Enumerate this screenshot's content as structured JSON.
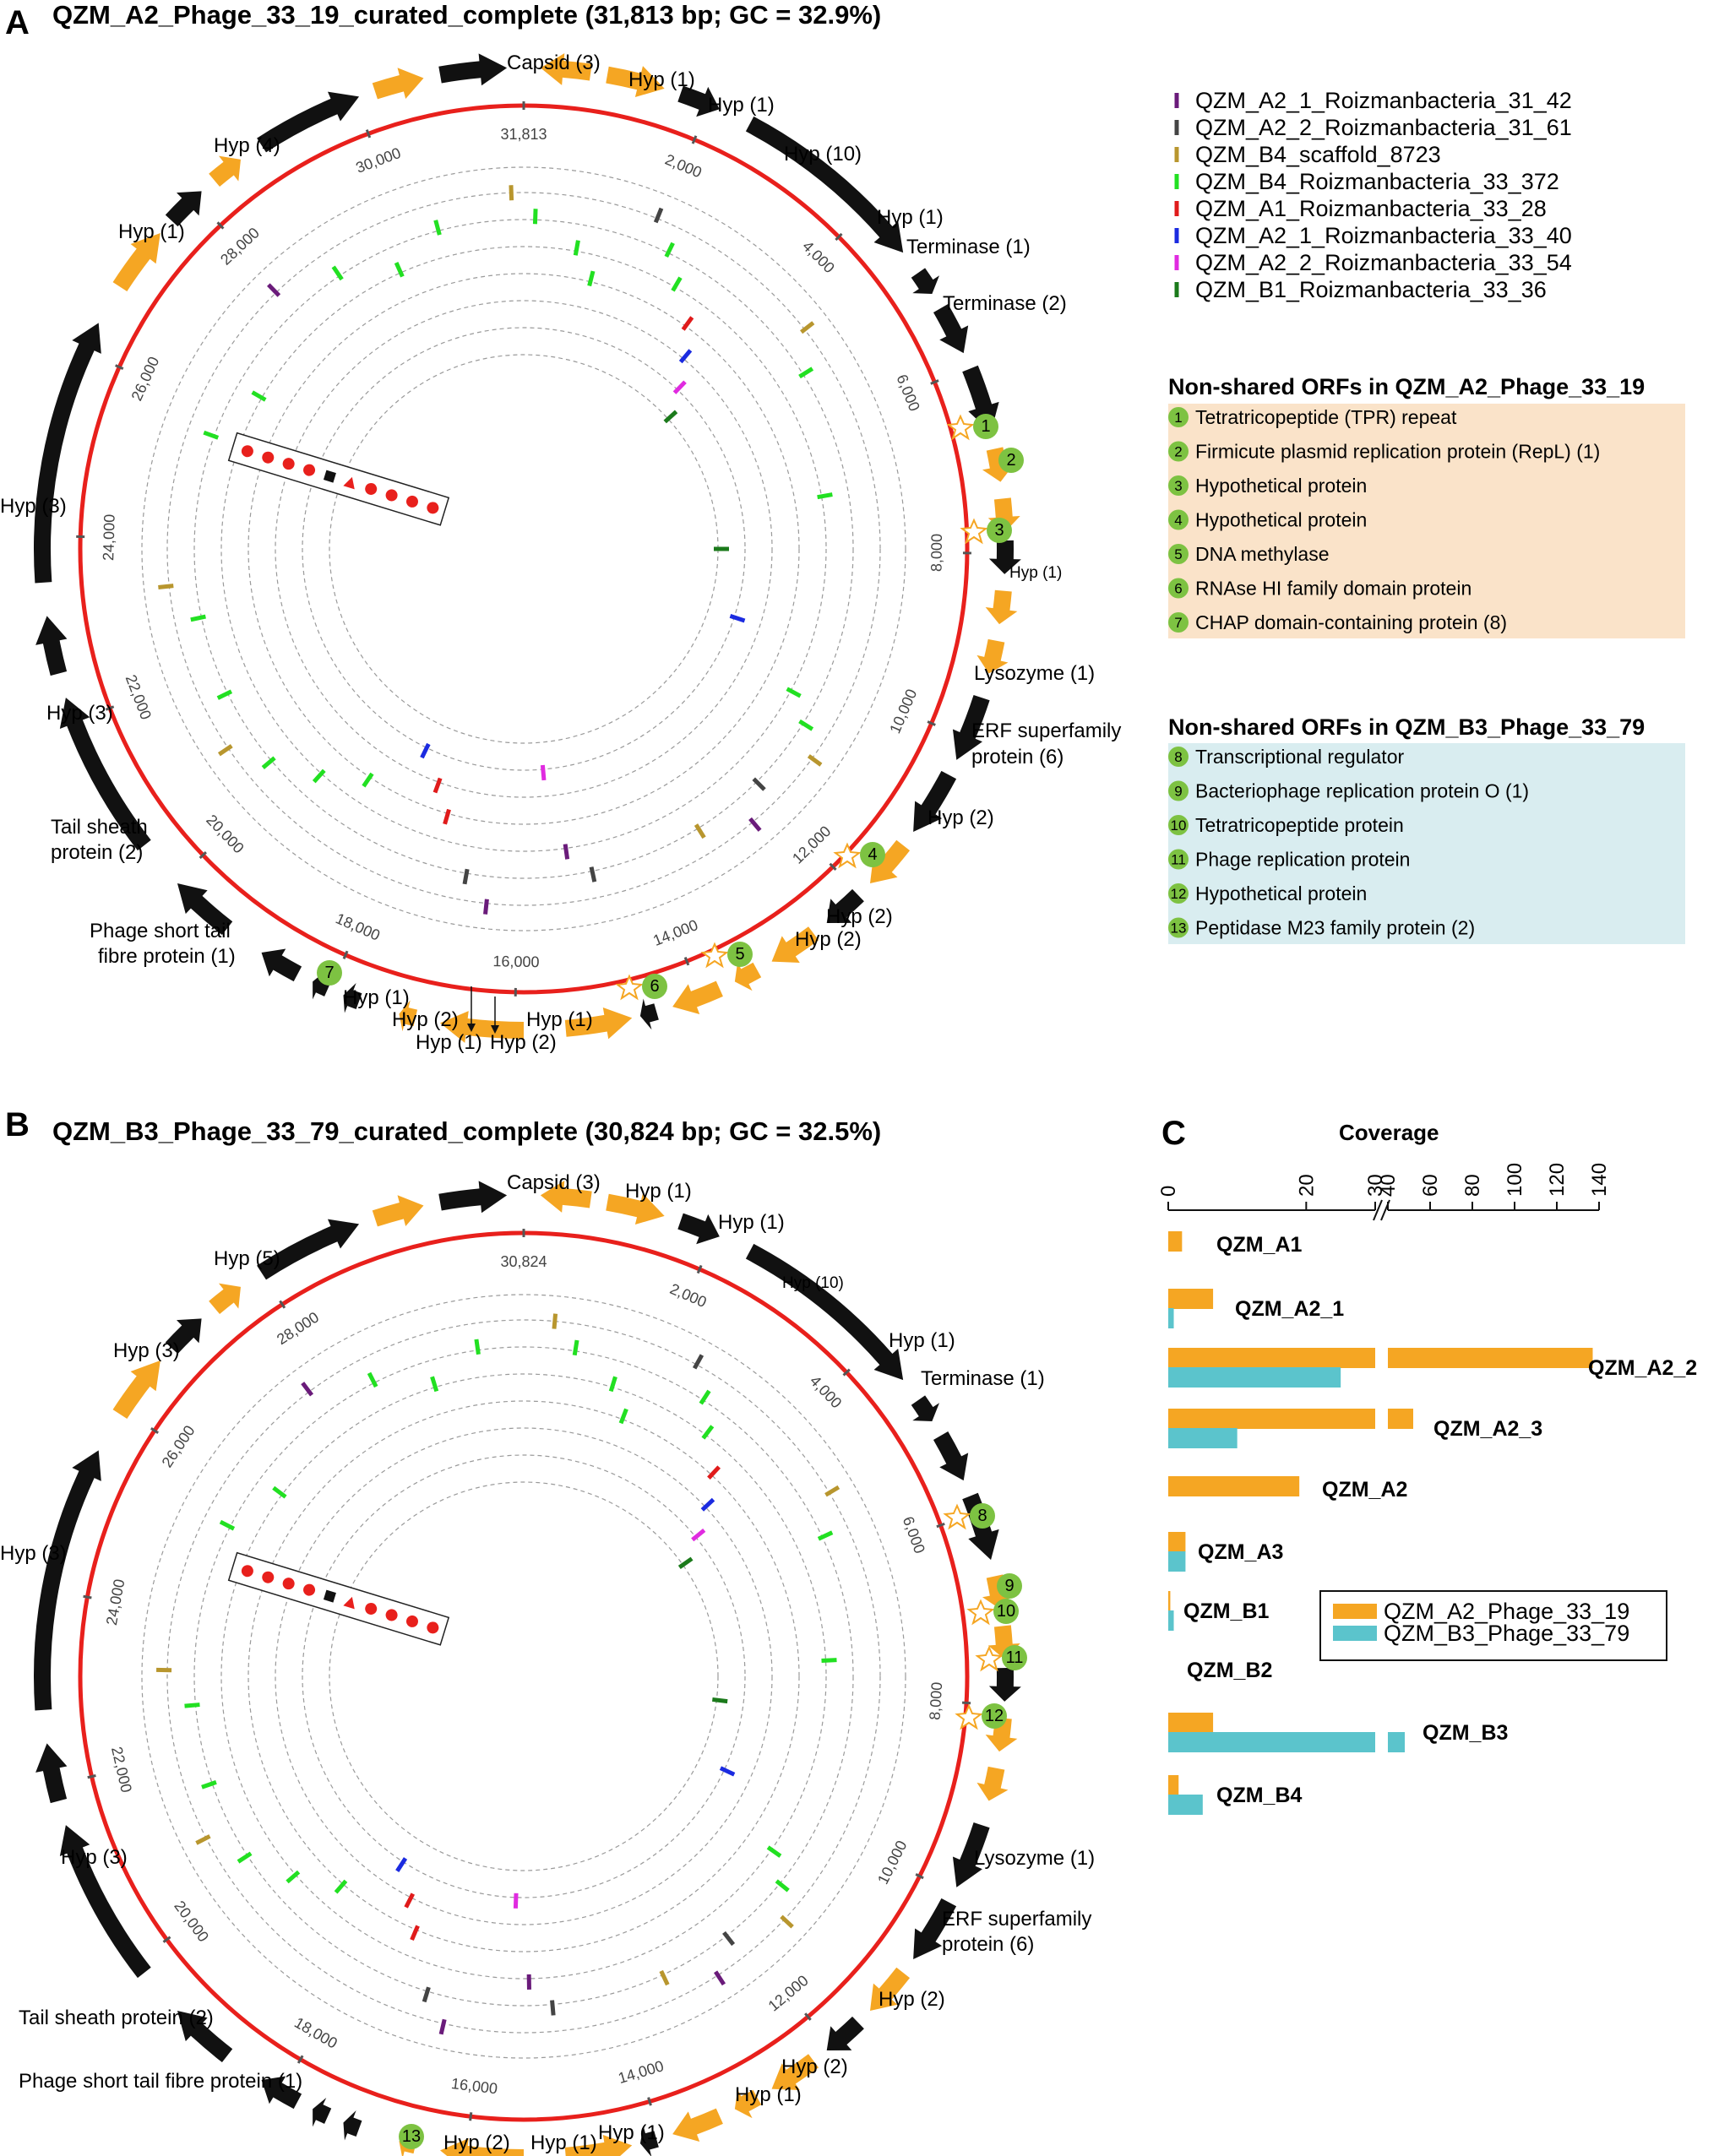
{
  "panelA": {
    "letter": "A",
    "title": "QZM_A2_Phage_33_19_curated_complete (31,813 bp; GC = 32.9%)",
    "total": 31813,
    "ticks": [
      "2,000",
      "4,000",
      "6,000",
      "8,000",
      "10,000",
      "12,000",
      "14,000",
      "16,000",
      "18,000",
      "20,000",
      "22,000",
      "24,000",
      "26,000",
      "28,000",
      "30,000",
      "31,813"
    ],
    "labels": {
      "capsid": "Capsid (3)",
      "hyp1a": "Hyp (1)",
      "hyp1b": "Hyp (1)",
      "hyp10": "Hyp (10)",
      "hyp1c": "Hyp (1)",
      "term1": "Terminase (1)",
      "term2": "Terminase (2)",
      "hyp1d": "Hyp (1)",
      "lyso": "Lysozyme (1)",
      "erf1": "ERF superfamily",
      "erf2": "protein (6)",
      "hyp2a": "Hyp (2)",
      "hyp2b": "Hyp (2)",
      "hyp2c": "Hyp (2)",
      "hyp1e": "Hyp (1)",
      "hyp2d": "Hyp (2)",
      "hyp1f": "Hyp (1)",
      "hyp1g": "Hyp (1)",
      "hyp2e": "Hyp (2)",
      "stf1": "Phage short tail",
      "stf2": "fibre protein (1)",
      "ts1": "Tail sheath",
      "ts2": "protein (2)",
      "hyp3a": "Hyp (3)",
      "hyp3b": "Hyp (3)",
      "hyp1h": "Hyp (1)",
      "hyp4": "Hyp (4)"
    },
    "badges": [
      "1",
      "2",
      "3",
      "4",
      "5",
      "6",
      "7"
    ]
  },
  "panelB": {
    "letter": "B",
    "title": "QZM_B3_Phage_33_79_curated_complete (30,824 bp; GC = 32.5%)",
    "total": 30824,
    "ticks": [
      "2,000",
      "4,000",
      "6,000",
      "8,000",
      "10,000",
      "12,000",
      "14,000",
      "16,000",
      "18,000",
      "20,000",
      "22,000",
      "24,000",
      "26,000",
      "28,000",
      "30,824"
    ],
    "labels": {
      "capsid": "Capsid (3)",
      "hyp1a": "Hyp (1)",
      "hyp1b": "Hyp (1)",
      "hyp10": "Hyp (10)",
      "hyp1c": "Hyp (1)",
      "term1": "Terminase (1)",
      "lyso": "Lysozyme (1)",
      "erf1": "ERF superfamily",
      "erf2": "protein (6)",
      "hyp2a": "Hyp (2)",
      "hyp2b": "Hyp (2)",
      "hyp1d": "Hyp (1)",
      "hyp2c": "Hyp (2)",
      "hyp1e": "Hyp (1)",
      "hyp1f": "Hyp (1)",
      "stf": "Phage short tail fibre protein (1)",
      "ts": "Tail sheath protein (2)",
      "hyp3a": "Hyp (3)",
      "hyp3b": "Hyp (3)",
      "hyp3c": "Hyp (3)",
      "hyp5": "Hyp (5)"
    },
    "badges": [
      "8",
      "9",
      "10",
      "11",
      "12",
      "13"
    ]
  },
  "legend": {
    "items": [
      {
        "label": "QZM_A2_1_Roizmanbacteria_31_42",
        "color": "#6a1b7a"
      },
      {
        "label": "QZM_A2_2_Roizmanbacteria_31_61",
        "color": "#444444"
      },
      {
        "label": "QZM_B4_scaffold_8723",
        "color": "#b8962e"
      },
      {
        "label": "QZM_B4_Roizmanbacteria_33_372",
        "color": "#22e022"
      },
      {
        "label": "QZM_A1_Roizmanbacteria_33_28",
        "color": "#e01b1b"
      },
      {
        "label": "QZM_A2_1_Roizmanbacteria_33_40",
        "color": "#1b2be0"
      },
      {
        "label": "QZM_A2_2_Roizmanbacteria_33_54",
        "color": "#e02be0"
      },
      {
        "label": "QZM_B1_Roizmanbacteria_33_36",
        "color": "#1b7a1b"
      }
    ]
  },
  "nonsharedA": {
    "header": "Non-shared ORFs in QZM_A2_Phage_33_19",
    "items": [
      {
        "n": "1",
        "text": "Tetratricopeptide (TPR) repeat"
      },
      {
        "n": "2",
        "text": "Firmicute plasmid replication protein (RepL) (1)"
      },
      {
        "n": "3",
        "text": "Hypothetical protein"
      },
      {
        "n": "4",
        "text": "Hypothetical protein"
      },
      {
        "n": "5",
        "text": "DNA methylase"
      },
      {
        "n": "6",
        "text": "RNAse HI family domain protein"
      },
      {
        "n": "7",
        "text": "CHAP domain-containing protein (8)"
      }
    ]
  },
  "nonsharedB": {
    "header": "Non-shared ORFs in QZM_B3_Phage_33_79",
    "items": [
      {
        "n": "8",
        "text": "Transcriptional regulator"
      },
      {
        "n": "9",
        "text": "Bacteriophage replication protein O (1)"
      },
      {
        "n": "10",
        "text": "Tetratricopeptide protein"
      },
      {
        "n": "11",
        "text": "Phage replication protein"
      },
      {
        "n": "12",
        "text": "Hypothetical protein"
      },
      {
        "n": "13",
        "text": "Peptidase M23 family protein (2)"
      }
    ]
  },
  "colors": {
    "gene_orange": "#f5a623",
    "gene_black": "#111111",
    "ring_red": "#e8201c",
    "badge_green": "#7dc242",
    "boxA": "#fae3c9",
    "boxB": "#d9edf0",
    "series1": "#f5a623",
    "series2": "#5bc4cc"
  },
  "chart_data": {
    "type": "bar",
    "letter": "C",
    "title": "Coverage",
    "axis_ticks": [
      "0",
      "20",
      "30",
      "40",
      "60",
      "80",
      "100",
      "120",
      "140"
    ],
    "axis_break": [
      30,
      40
    ],
    "categories": [
      "QZM_A1",
      "QZM_A2_1",
      "QZM_A2_2",
      "QZM_A2_3",
      "QZM_A2",
      "QZM_A3",
      "QZM_B1",
      "QZM_B2",
      "QZM_B3",
      "QZM_B4"
    ],
    "series": [
      {
        "name": "QZM_A2_Phage_33_19",
        "color": "#f5a623",
        "values": [
          2,
          6.5,
          137,
          52,
          19,
          2.5,
          0.3,
          0,
          6.5,
          1.5
        ]
      },
      {
        "name": "QZM_B3_Phage_33_79",
        "color": "#5bc4cc",
        "values": [
          0,
          0.8,
          25,
          10,
          0,
          2.5,
          0.8,
          0,
          48,
          5
        ]
      }
    ]
  }
}
